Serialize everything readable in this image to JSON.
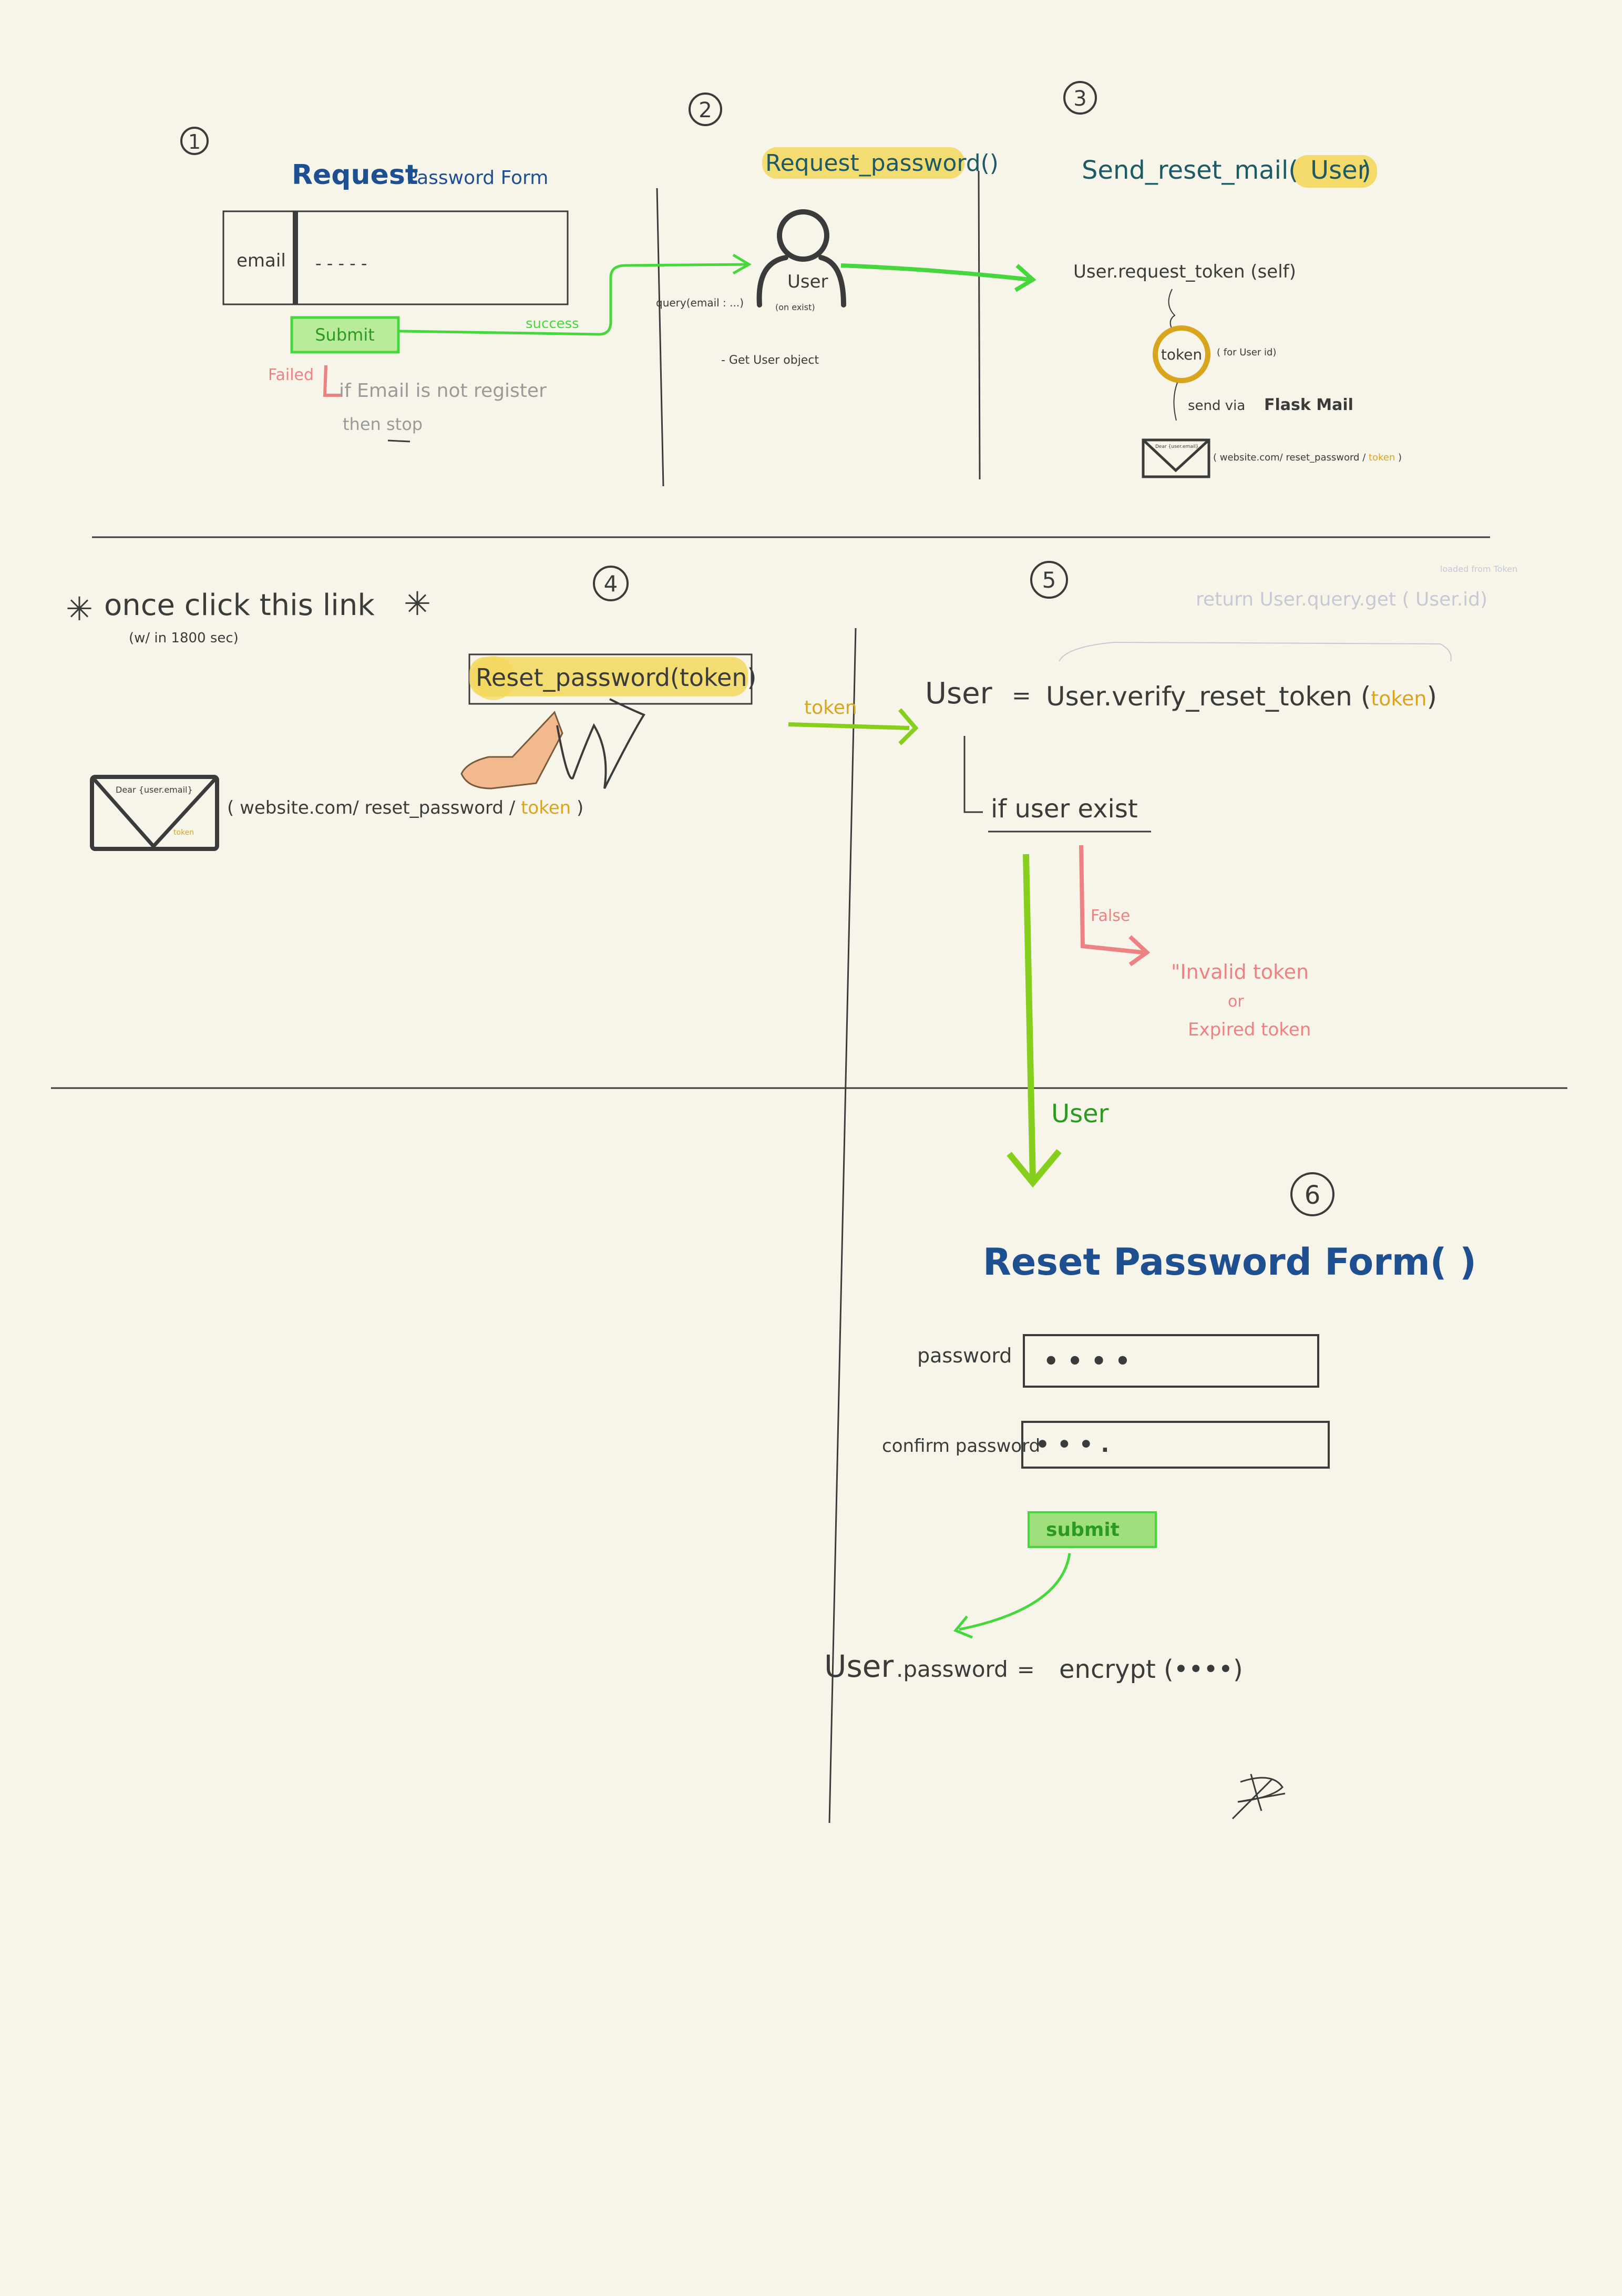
{
  "colors": {
    "ink": "#3b3b3b",
    "blue": "#1d4f91",
    "teal": "#1d5a66",
    "green": "#45d73b",
    "lime": "#86cf1c",
    "darkgreen": "#2c9a22",
    "red": "#ee8282",
    "yellow": "#f2d75c",
    "ochre": "#d9a51f",
    "faint": "#c8c8d4",
    "hand": "#f2b98e"
  },
  "steps": [
    "1",
    "2",
    "3",
    "4",
    "5",
    "6"
  ],
  "section1": {
    "title_bold": "Request",
    "title_rest": "Password Form",
    "email_label": "email",
    "email_value": "- - - - -",
    "submit": "Submit",
    "success": "success",
    "failed": "Failed",
    "fail_line1": "if Email is not register",
    "fail_line2": "then stop"
  },
  "section2": {
    "title": "Request_password()",
    "user": "User",
    "user_sub": "(on exist)",
    "query": "query(email : ...)",
    "get_user": "- Get User object"
  },
  "section3": {
    "title_main": "Send_reset_mail(",
    "title_user": "User",
    "title_close": ")",
    "request_token": "User.request_token (self)",
    "token": "token",
    "for_user": "( for User id)",
    "send_via": "send via",
    "flask_mail": "Flask Mail",
    "mail_label": "Dear {user.email}",
    "link_open": "( website.com/ reset_password / ",
    "link_token": "token",
    "link_close": " )"
  },
  "section4": {
    "once": "once click this link",
    "within": "(w/ in 1800 sec)",
    "reset_fn": "Reset_password(token)",
    "mail_label": "Dear {user.email}",
    "mail_token": "token",
    "link_open": "( website.com/ reset_password / ",
    "link_token": "token",
    "link_close": " )"
  },
  "section5": {
    "faint_return": "return User.query.get ( User.id)",
    "faint_note": "loaded from Token",
    "token_arrow": "token",
    "user_var": "User",
    "equals": "=",
    "verify_call": "User.verify_reset_token (",
    "verify_token": "token",
    "verify_close": ")",
    "if_user": "if user exist",
    "false": "False",
    "invalid1": "\"Invalid token",
    "invalid2": "or",
    "invalid3": "Expired token",
    "user_arrow": "User"
  },
  "section6": {
    "title": "Reset Password Form( )",
    "password_label": "password",
    "password_value": "• • • •",
    "confirm_label": "confirm password",
    "confirm_value": "• • • .",
    "submit": "submit",
    "assign_user": "User",
    "assign_attr": ".password",
    "assign_eq": "=",
    "assign_rhs": "encrypt (••••)"
  }
}
